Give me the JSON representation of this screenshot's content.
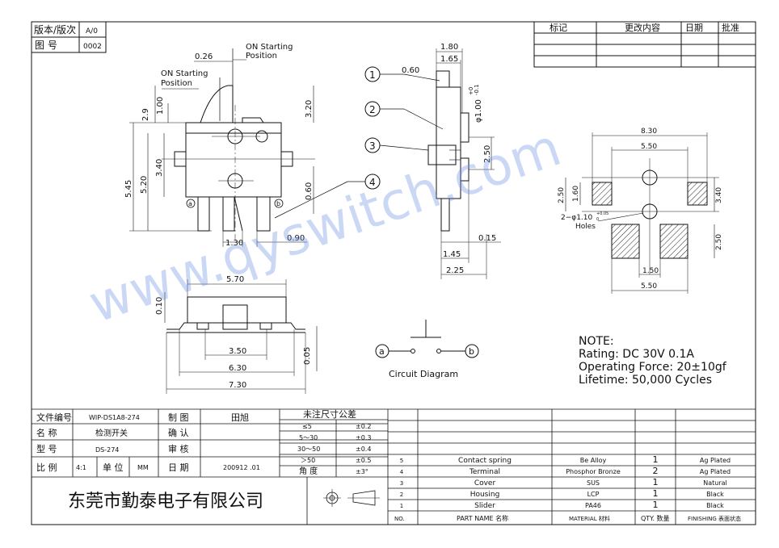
{
  "header": {
    "version_label": "版本/版次",
    "version_value": "A/0",
    "drawing_no_label": "图 号",
    "drawing_no_value": "0002",
    "revision_headers": [
      "标记",
      "更改内容",
      "日期",
      "批准"
    ]
  },
  "watermark": "www.qyswitch.com",
  "side_view": {
    "on_start_label_left": "ON Starting\nPosition",
    "on_start_label_right": "ON Starting\nPosition",
    "dims": {
      "d026": "0.26",
      "d29": "2.9",
      "d100": "1.00",
      "d320": "3.20",
      "d545": "5.45",
      "d520": "5.20",
      "d340": "3.40",
      "d060": "0.60",
      "d130": "1.30",
      "d090": "0.90"
    },
    "terminal_a": "a",
    "terminal_b": "b"
  },
  "bottom_view": {
    "dims": {
      "d570": "5.70",
      "d010": "0.10",
      "d350": "3.50",
      "d630": "6.30",
      "d730": "7.30",
      "d005": "0.05"
    }
  },
  "end_view": {
    "balloons": [
      "1",
      "2",
      "3",
      "4"
    ],
    "dims": {
      "d180": "1.80",
      "d165": "1.65",
      "d060": "0.60",
      "dia": "φ1.00",
      "tol_plus": "+0",
      "tol_minus": "-0.1",
      "d250": "2.50",
      "d015": "0.15",
      "d145": "1.45",
      "d225": "2.25"
    }
  },
  "pcb_layout": {
    "dims": {
      "d830": "8.30",
      "d550": "5.50",
      "d160": "1.60",
      "d250a": "2.50",
      "d340": "3.40",
      "d250b": "2.50",
      "d150": "1.50",
      "d550b": "5.50"
    },
    "holes_label": "2−φ1.10",
    "holes_tol": "+0.05",
    "holes_tol_lower": "0",
    "holes_word": "Holes"
  },
  "circuit": {
    "title": "Circuit Diagram",
    "a": "a",
    "b": "b"
  },
  "notes": {
    "title": "NOTE:",
    "rating": "Rating: DC 30V 0.1A",
    "force": "Operating Force: 20±10gf",
    "lifetime": "Lifetime: 50,000 Cycles"
  },
  "title_block": {
    "file_no_label": "文件编号",
    "file_no_value": "WIP-DS1A8-274",
    "draw_label": "制 图",
    "draw_value": "田旭",
    "name_label": "名 称",
    "name_value": "检测开关",
    "confirm_label": "确 认",
    "model_label": "型 号",
    "model_value": "DS-274",
    "review_label": "审 核",
    "scale_label": "比 例",
    "scale_value": "4:1",
    "unit_label": "单 位",
    "unit_value": "MM",
    "date_label": "日 期",
    "date_value": "200912 .01",
    "tolerance_title": "未注尺寸公差",
    "tolerances": [
      {
        "range": "≤5",
        "tol": "±0.2"
      },
      {
        "range": "5～30",
        "tol": "±0.3"
      },
      {
        "range": "30～50",
        "tol": "±0.4"
      },
      {
        "range": "＞50",
        "tol": "±0.5"
      },
      {
        "range": "角 度",
        "tol": "±3°"
      }
    ],
    "company": "东莞市勤泰电子有限公司"
  },
  "bom": {
    "rows": [
      {
        "no": "5",
        "part": "Contact spring",
        "material": "Be Alloy",
        "qty": "1",
        "finish": "Ag Plated"
      },
      {
        "no": "4",
        "part": "Terminal",
        "material": "Phosphor Bronze",
        "qty": "2",
        "finish": "Ag Plated"
      },
      {
        "no": "3",
        "part": "Cover",
        "material": "SUS",
        "qty": "1",
        "finish": "Natural"
      },
      {
        "no": "2",
        "part": "Housing",
        "material": "LCP",
        "qty": "1",
        "finish": "Black"
      },
      {
        "no": "1",
        "part": "Slider",
        "material": "PA46",
        "qty": "1",
        "finish": "Black"
      }
    ],
    "headers": {
      "no": "NO.",
      "part": "PART NAME 名称",
      "material": "MATERIAL 材料",
      "qty": "QTY. 数量",
      "finish": "FINISHING 表面状态"
    }
  }
}
